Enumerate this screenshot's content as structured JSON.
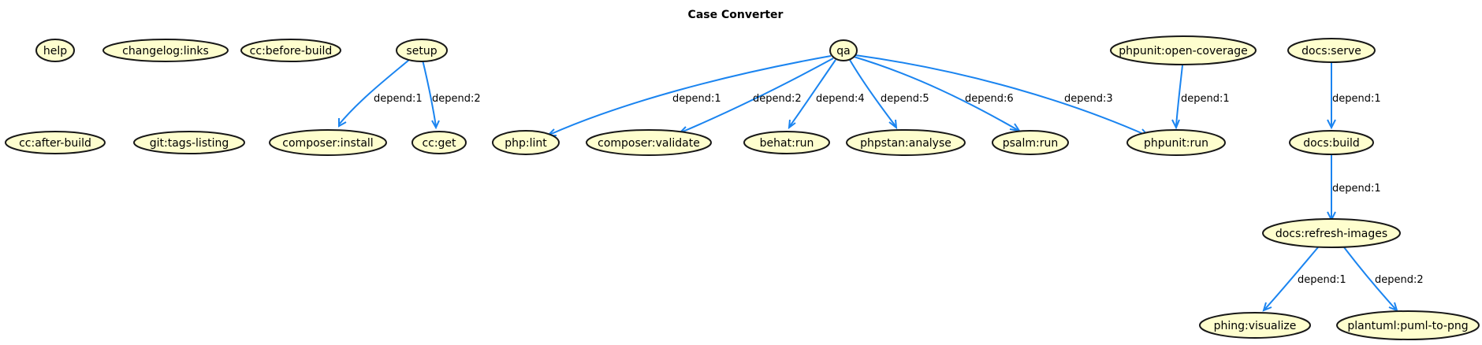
{
  "title": "Case Converter",
  "nodes": {
    "help": "help",
    "changelog_links": "changelog:links",
    "cc_before_build": "cc:before-build",
    "setup": "setup",
    "qa": "qa",
    "phpunit_open_coverage": "phpunit:open-coverage",
    "docs_serve": "docs:serve",
    "cc_after_build": "cc:after-build",
    "git_tags_listing": "git:tags-listing",
    "composer_install": "composer:install",
    "cc_get": "cc:get",
    "php_lint": "php:lint",
    "composer_validate": "composer:validate",
    "behat_run": "behat:run",
    "phpstan_analyse": "phpstan:analyse",
    "psalm_run": "psalm:run",
    "phpunit_run": "phpunit:run",
    "docs_build": "docs:build",
    "docs_refresh_images": "docs:refresh-images",
    "phing_visualize": "phing:visualize",
    "plantuml_puml_to_png": "plantuml:puml-to-png"
  },
  "edges": {
    "setup_composer_install": "depend:1",
    "setup_cc_get": "depend:2",
    "qa_php_lint": "depend:1",
    "qa_composer_validate": "depend:2",
    "qa_behat_run": "depend:4",
    "qa_phpstan_analyse": "depend:5",
    "qa_psalm_run": "depend:6",
    "qa_phpunit_run": "depend:3",
    "phpunit_open_coverage_phpunit_run": "depend:1",
    "docs_serve_docs_build": "depend:1",
    "docs_build_docs_refresh_images": "depend:1",
    "docs_refresh_images_phing_visualize": "depend:1",
    "docs_refresh_images_plantuml_puml_to_png": "depend:2"
  },
  "colors": {
    "node_fill": "#fefece",
    "node_stroke": "#181818",
    "edge": "#1a84f0"
  }
}
